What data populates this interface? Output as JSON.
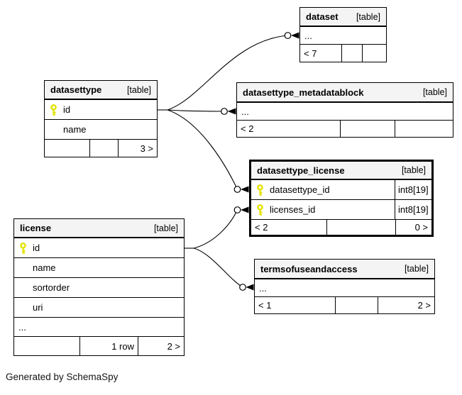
{
  "credit": "Generated by SchemaSpy",
  "colors": {
    "background": "#ffffff",
    "table_header_bg": "#f4f4f4",
    "border": "#000000",
    "primary_key": "#e3e300",
    "emphasized_table_border": "#000000"
  },
  "tables": [
    {
      "name": "dataset",
      "tag": "[table]",
      "emphasized": false,
      "rows": [
        {
          "name": "...",
          "is_key": false
        }
      ],
      "footer": [
        "< 7",
        "",
        ""
      ]
    },
    {
      "name": "datasettype",
      "tag": "[table]",
      "emphasized": false,
      "rows": [
        {
          "name": "id",
          "is_key": true
        },
        {
          "name": "name",
          "is_key": false
        }
      ],
      "footer": [
        "",
        "",
        "3 >"
      ]
    },
    {
      "name": "datasettype_metadatablock",
      "tag": "[table]",
      "emphasized": false,
      "rows": [
        {
          "name": "...",
          "is_key": false
        }
      ],
      "footer": [
        "< 2",
        "",
        ""
      ]
    },
    {
      "name": "datasettype_license",
      "tag": "[table]",
      "emphasized": true,
      "rows": [
        {
          "name": "datasettype_id",
          "is_key": true,
          "type": "int8[19]"
        },
        {
          "name": "licenses_id",
          "is_key": true,
          "type": "int8[19]"
        }
      ],
      "footer": [
        "< 2",
        "",
        "0 >"
      ]
    },
    {
      "name": "license",
      "tag": "[table]",
      "emphasized": false,
      "rows": [
        {
          "name": "id",
          "is_key": true
        },
        {
          "name": "name",
          "is_key": false
        },
        {
          "name": "sortorder",
          "is_key": false
        },
        {
          "name": "uri",
          "is_key": false
        },
        {
          "name": "...",
          "is_key": false
        }
      ],
      "footer": [
        "",
        "1 row",
        "2 >"
      ]
    },
    {
      "name": "termsofuseandaccess",
      "tag": "[table]",
      "emphasized": false,
      "rows": [
        {
          "name": "...",
          "is_key": false
        }
      ],
      "footer": [
        "< 1",
        "",
        "2 >"
      ]
    }
  ],
  "relationships": [
    {
      "from": "datasettype.id",
      "to": "dataset"
    },
    {
      "from": "datasettype.id",
      "to": "datasettype_metadatablock"
    },
    {
      "from": "datasettype.id",
      "to": "datasettype_license.datasettype_id"
    },
    {
      "from": "license.id",
      "to": "datasettype_license.licenses_id"
    },
    {
      "from": "license.id",
      "to": "termsofuseandaccess"
    }
  ]
}
